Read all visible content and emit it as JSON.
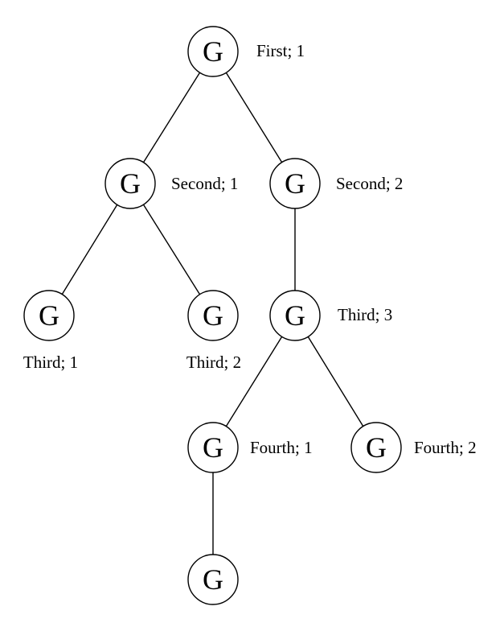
{
  "diagram": {
    "type": "tree",
    "node_letter": "G",
    "nodes": [
      {
        "id": "n1",
        "label": "First; 1"
      },
      {
        "id": "n2",
        "label": "Second; 1"
      },
      {
        "id": "n3",
        "label": "Second; 2"
      },
      {
        "id": "n4",
        "label": "Third; 1"
      },
      {
        "id": "n5",
        "label": "Third; 2"
      },
      {
        "id": "n6",
        "label": "Third; 3"
      },
      {
        "id": "n7",
        "label": "Fourth; 1"
      },
      {
        "id": "n8",
        "label": "Fourth; 2"
      },
      {
        "id": "n9",
        "label": ""
      }
    ],
    "edges": [
      [
        "n1",
        "n2"
      ],
      [
        "n1",
        "n3"
      ],
      [
        "n2",
        "n4"
      ],
      [
        "n2",
        "n5"
      ],
      [
        "n3",
        "n6"
      ],
      [
        "n6",
        "n7"
      ],
      [
        "n6",
        "n8"
      ],
      [
        "n7",
        "n9"
      ]
    ]
  }
}
